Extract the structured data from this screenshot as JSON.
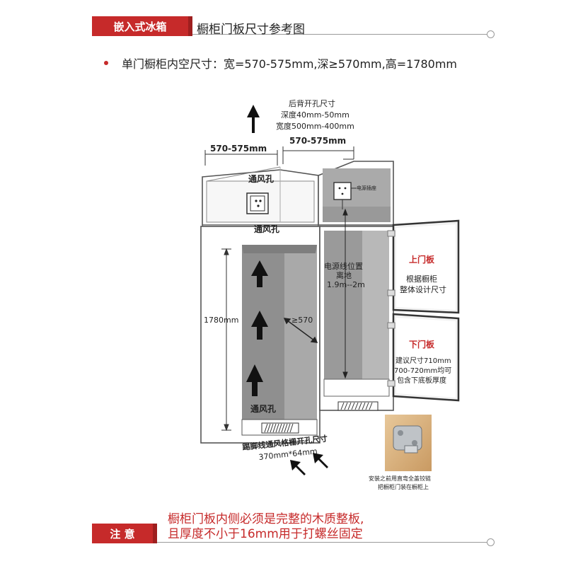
{
  "header": {
    "tag_label": "嵌入式冰箱",
    "title": "橱柜门板尺寸参考图"
  },
  "spec_line": "单门橱柜内空尺寸：宽=570-575mm,深≥570mm,高=1780mm",
  "diagram": {
    "back_hole_title": "后背开孔尺寸",
    "back_hole_depth": "深度40mm-50mm",
    "back_hole_width": "宽度500mm-400mm",
    "width_left": "570-575mm",
    "width_right": "570-575mm",
    "vent_top": "通风孔",
    "vent_middle": "通风孔",
    "vent_bottom": "通风孔",
    "socket_label": "电源插座",
    "cable_title": "电源线位置",
    "cable_line2": "离地",
    "cable_line3": "1.9m--2m",
    "height_label": "1780mm",
    "depth_label": "≥570",
    "upper_door_title": "上门板",
    "upper_door_line1": "根据橱柜",
    "upper_door_line2": "整体设计尺寸",
    "lower_door_title": "下门板",
    "lower_door_line1": "建议尺寸710mm",
    "lower_door_line2": "700-720mm均可",
    "lower_door_line3": "包含下底板厚度",
    "kick_line1": "踢脚线通风格栅开孔尺寸",
    "kick_line2": "370mm*64mm",
    "hinge_caption1": "安装之前用直弯全盖铰链",
    "hinge_caption2": "把橱柜门装在橱柜上"
  },
  "notice": {
    "tag_label": "注 意",
    "line1": "橱柜门板内侧必须是完整的木质整板,",
    "line2": "且厚度不小于16mm用于打螺丝固定"
  },
  "colors": {
    "accent": "#c62a2a",
    "cavity": "#8f8f8f",
    "door": "#555555"
  }
}
